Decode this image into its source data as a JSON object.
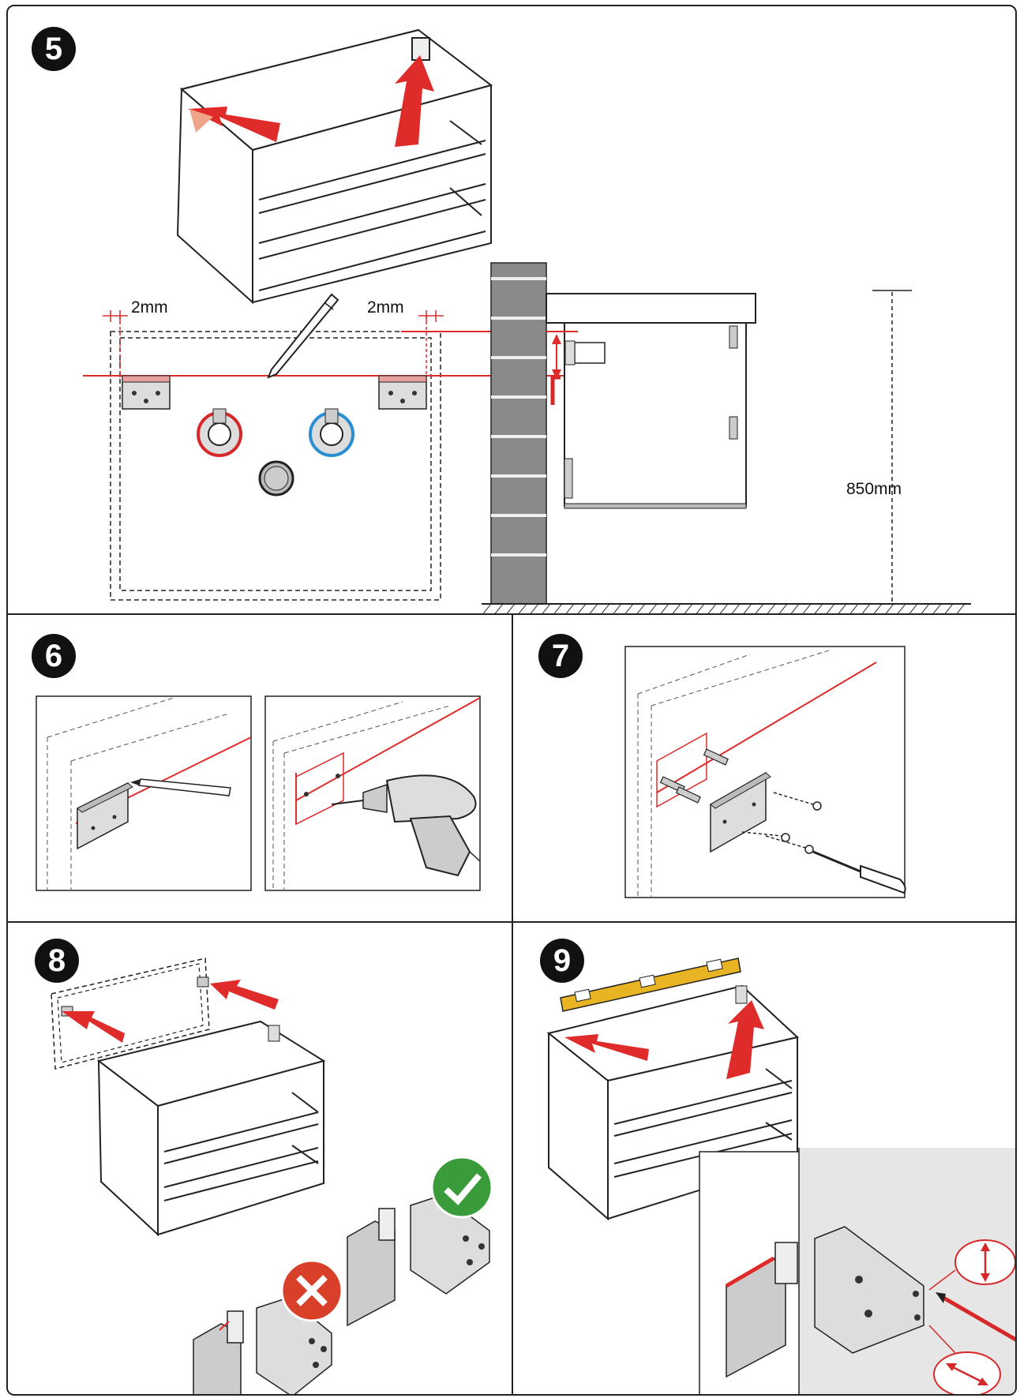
{
  "steps": [
    {
      "number": "5",
      "labels": {
        "gap_left": "2mm",
        "gap_right": "2mm",
        "height": "850mm"
      }
    },
    {
      "number": "6"
    },
    {
      "number": "7"
    },
    {
      "number": "8"
    },
    {
      "number": "9"
    }
  ],
  "colors": {
    "accent_red": "#e02b2b",
    "arrow_light": "#f0a58a",
    "check_green": "#3a9b3a",
    "cross_red": "#d9402a",
    "level_yellow": "#e8b423",
    "hot_pipe": "#d62828",
    "cold_pipe": "#2a8fd0",
    "wall_gray": "#8a8a8a",
    "panel_gray": "#e6e6e6"
  },
  "icons": [
    "pencil-icon",
    "drill-icon",
    "screwdriver-icon",
    "check-icon",
    "cross-icon",
    "level-icon"
  ]
}
